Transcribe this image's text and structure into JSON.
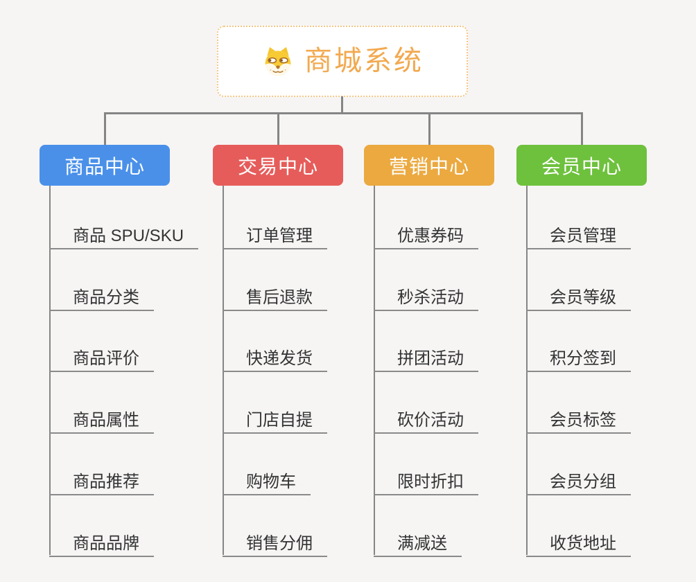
{
  "root": {
    "title": "商城系统",
    "icon": "doge-icon",
    "text_color": "#F2A94F",
    "border_color": "#F6C684",
    "background": "#FFFFFF"
  },
  "branches": [
    {
      "label": "商品中心",
      "color": "#4A90E9",
      "children": [
        "商品 SPU/SKU",
        "商品分类",
        "商品评价",
        "商品属性",
        "商品推荐",
        "商品品牌"
      ]
    },
    {
      "label": "交易中心",
      "color": "#E65C5A",
      "children": [
        "订单管理",
        "售后退款",
        "快递发货",
        "门店自提",
        "购物车",
        "销售分佣"
      ]
    },
    {
      "label": "营销中心",
      "color": "#EBA940",
      "children": [
        "优惠券码",
        "秒杀活动",
        "拼团活动",
        "砍价活动",
        "限时折扣",
        "满减送"
      ]
    },
    {
      "label": "会员中心",
      "color": "#6EC13D",
      "children": [
        "会员管理",
        "会员等级",
        "积分签到",
        "会员标签",
        "会员分组",
        "收货地址"
      ]
    }
  ],
  "colors": {
    "background": "#F6F5F4",
    "connector": "#858585",
    "leaf_underline": "#8A8A8A",
    "leaf_text": "#333333",
    "header_text": "#FFFFFF"
  }
}
